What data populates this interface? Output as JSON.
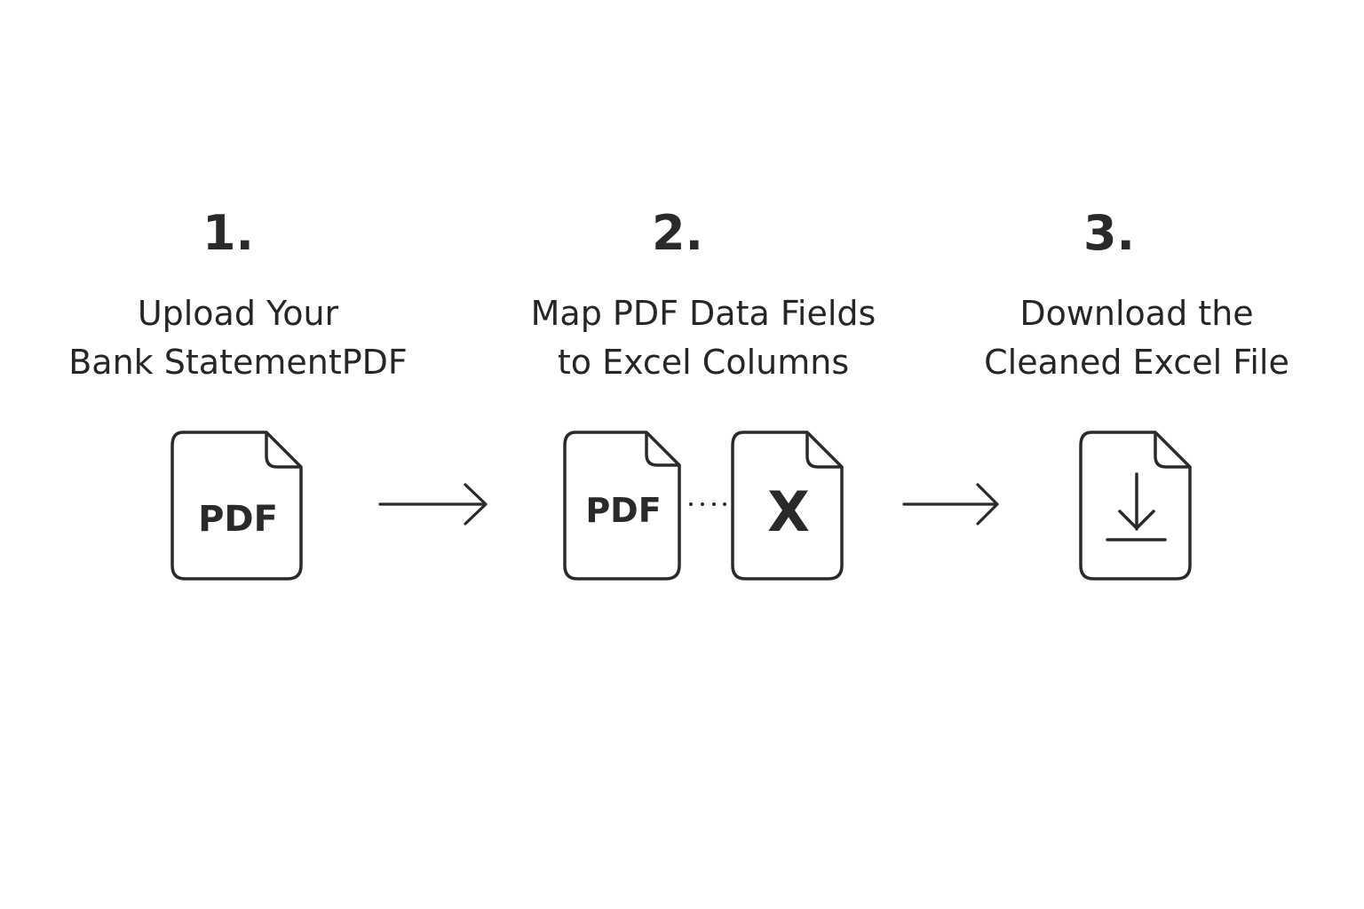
{
  "steps": [
    {
      "number": "1.",
      "title_lines": [
        "Upload Your",
        "Bank StatementPDF"
      ]
    },
    {
      "number": "2.",
      "title_lines": [
        "Map PDF Data Fields",
        "to Excel Columns"
      ]
    },
    {
      "number": "3.",
      "title_lines": [
        "Download the",
        "Cleaned Excel File"
      ]
    }
  ],
  "icons": {
    "pdf_label": "PDF",
    "excel_label": "X",
    "connector_dots": "···"
  },
  "colors": {
    "stroke": "#2a2a2a",
    "text": "#262626",
    "background": "#ffffff"
  }
}
